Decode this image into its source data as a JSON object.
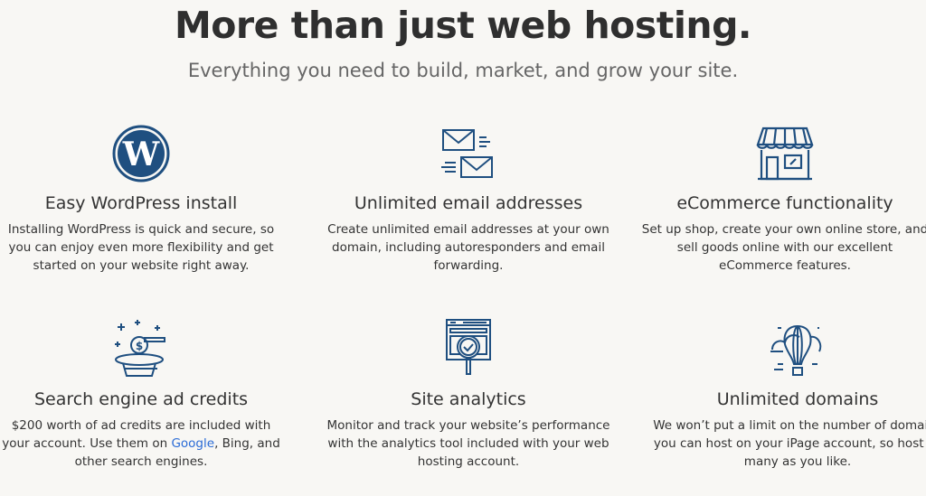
{
  "header": {
    "title": "More than just web hosting.",
    "subtitle": "Everything you need to build, market, and grow your site."
  },
  "colors": {
    "icon": "#1f4f80",
    "link": "#2a6bd6",
    "background": "#f8f7f4"
  },
  "features": [
    {
      "icon": "wordpress-icon",
      "title": "Easy WordPress install",
      "desc": "Installing WordPress is quick and secure, so you can enjoy even more flexibility and get started on your website right away."
    },
    {
      "icon": "email-icon",
      "title": "Unlimited email addresses",
      "desc": "Create unlimited email addresses at your own domain, including autoresponders and email forwarding."
    },
    {
      "icon": "storefront-icon",
      "title": "eCommerce functionality",
      "desc": "Set up shop, create your own online store, and sell goods online with our excellent eCommerce features."
    },
    {
      "icon": "magic-hat-icon",
      "title": "Search engine ad credits",
      "desc_pre": "$200 worth of ad credits are included with your account. Use them on ",
      "desc_link": "Google",
      "desc_post": ", Bing, and other search engines."
    },
    {
      "icon": "analytics-icon",
      "title": "Site analytics",
      "desc": "Monitor and track your website’s performance with the analytics tool included with your web hosting account."
    },
    {
      "icon": "balloon-icon",
      "title": "Unlimited domains",
      "desc": "We won’t put a limit on the number of domains you can host on your iPage account, so host as many as you like."
    }
  ]
}
